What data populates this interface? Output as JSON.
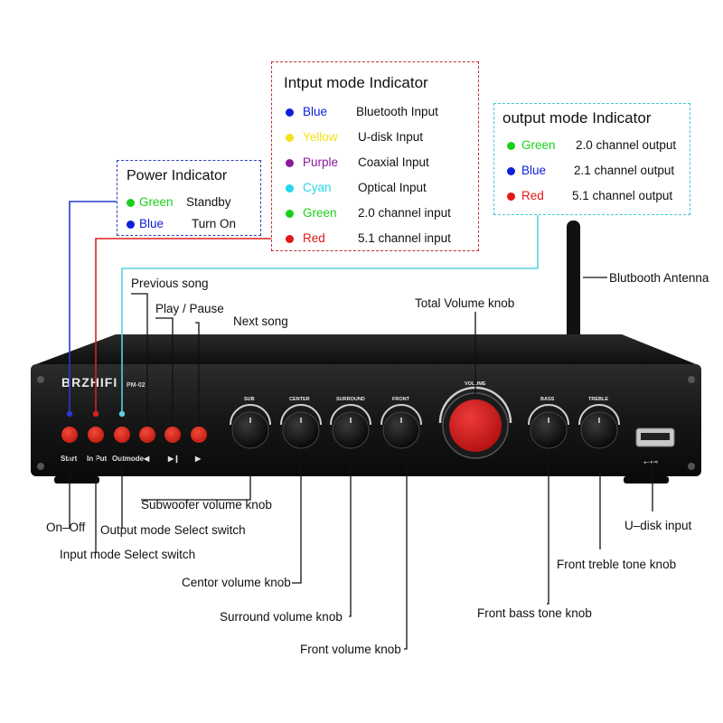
{
  "colors": {
    "green": "#19d019",
    "blue": "#1020d8",
    "yellow": "#f2e21a",
    "purple": "#8a1a9a",
    "cyan": "#22d8e8",
    "red": "#e01818",
    "line_blue": "#2a3ad0",
    "line_red": "#d82020",
    "line_cyan": "#5ad0e0",
    "box_red_border": "#c03030",
    "box_blue_border": "#3040b0",
    "box_cyan_border": "#40c8d8",
    "knob_red": "#d42020"
  },
  "power_indicator": {
    "title": "Power Indicator",
    "rows": [
      {
        "color": "Green",
        "desc": "Standby"
      },
      {
        "color": "Blue",
        "desc": "Turn On"
      }
    ]
  },
  "input_mode_indicator": {
    "title": "Intput mode Indicator",
    "rows": [
      {
        "color": "Blue",
        "desc": "Bluetooth Input"
      },
      {
        "color": "Yellow",
        "desc": "U-disk Input"
      },
      {
        "color": "Purple",
        "desc": "Coaxial Input"
      },
      {
        "color": "Cyan",
        "desc": "Optical Input"
      },
      {
        "color": "Green",
        "desc": "2.0 channel input"
      },
      {
        "color": "Red",
        "desc": "5.1 channel input"
      }
    ]
  },
  "output_mode_indicator": {
    "title": "output mode Indicator",
    "rows": [
      {
        "color": "Green",
        "desc": "2.0 channel output"
      },
      {
        "color": "Blue",
        "desc": "2.1 channel output"
      },
      {
        "color": "Red",
        "desc": "5.1 channel output"
      }
    ]
  },
  "device": {
    "brand": "BRZHIFI",
    "model": "PM-02",
    "knob_labels": {
      "sub": "SUB",
      "center": "CENTER",
      "surround": "SURROUND",
      "front": "FRONT",
      "volume": "VOLUME",
      "bass": "BASS",
      "treble": "TREBLE"
    },
    "button_labels": {
      "start": "Start",
      "input": "In Put",
      "outmode": "Outmode",
      "prev": "◀",
      "playpause": "▶❙",
      "next": "▶"
    }
  },
  "callouts": {
    "previous_song": "Previous song",
    "play_pause": "Play / Pause",
    "next_song": "Next song",
    "total_volume": "Total Volume knob",
    "antenna": "Blutbooth Antenna",
    "subwoofer": "Subwoofer volume knob",
    "on_off": "On–Off",
    "output_switch": "Output mode Select switch",
    "input_switch": "Input mode Select switch",
    "center_knob": "Centor volume knob",
    "surround_knob": "Surround volume knob",
    "front_knob": "Front volume knob",
    "bass_knob": "Front bass tone knob",
    "treble_knob": "Front treble tone knob",
    "udisk": "U–disk input"
  }
}
